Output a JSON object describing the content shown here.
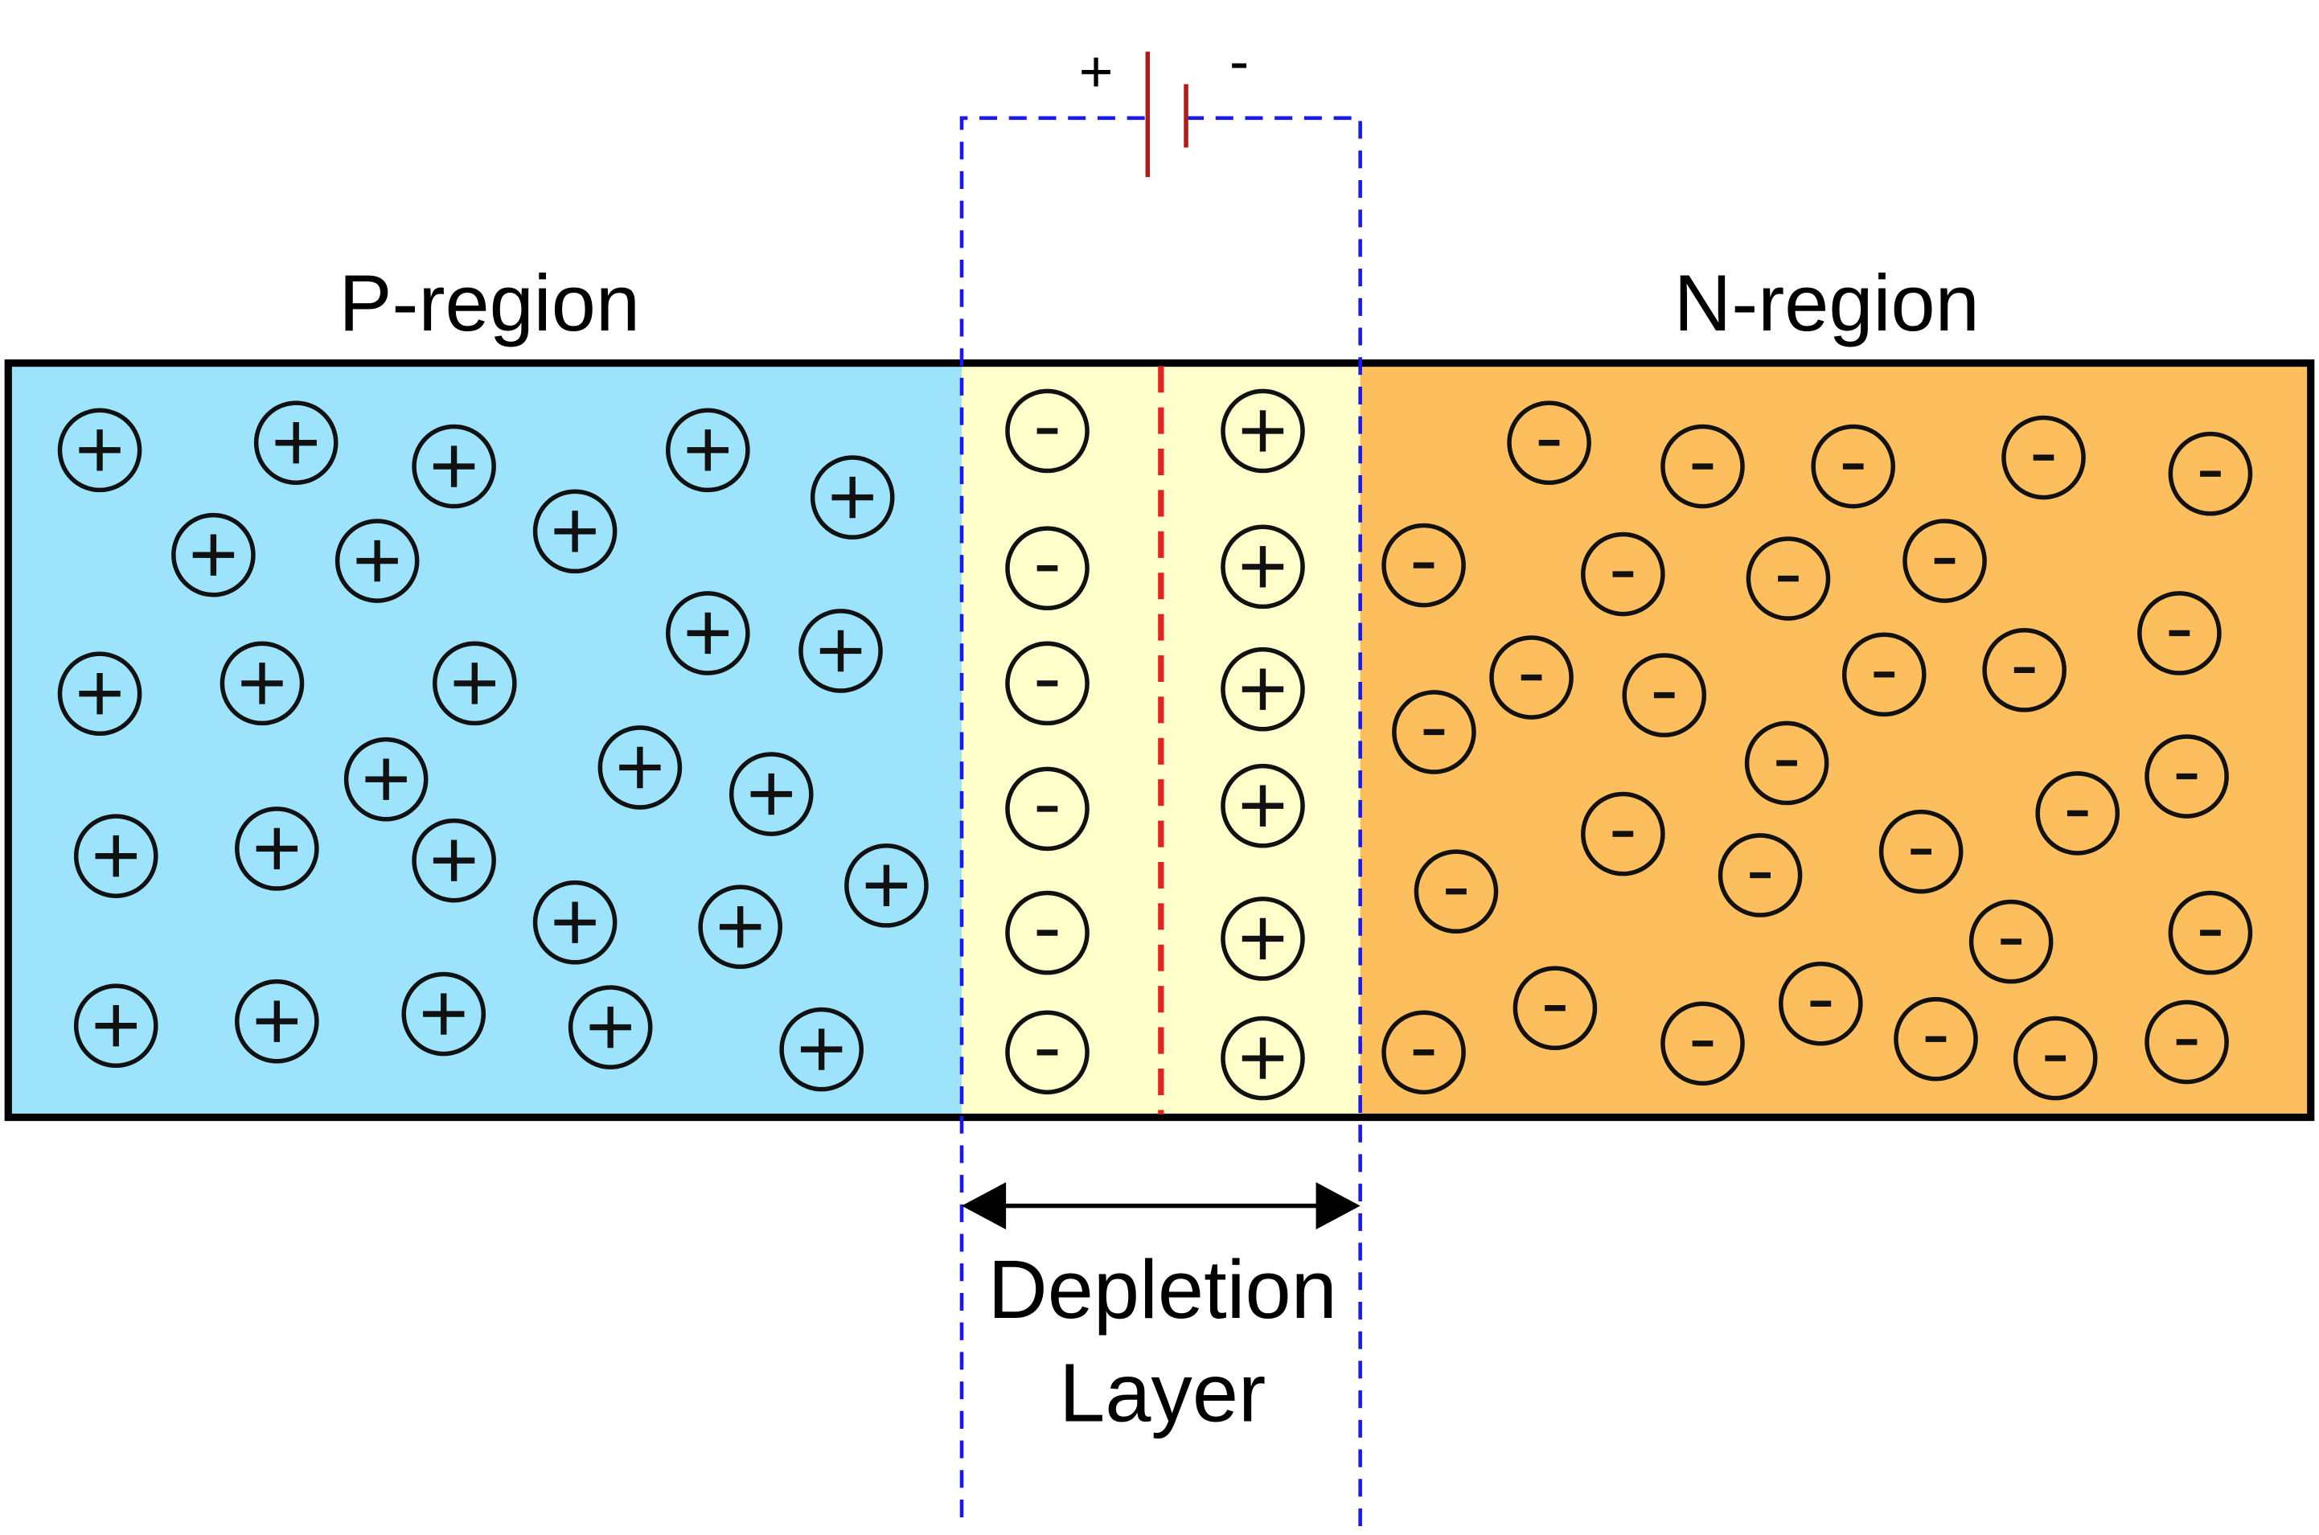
{
  "labels": {
    "p_region": "P-region",
    "n_region": "N-region",
    "depletion_line1": "Depletion",
    "depletion_line2": "Layer",
    "battery_plus": "+",
    "battery_minus": "-"
  },
  "charges": {
    "positive_symbol": "+",
    "negative_symbol": "-"
  },
  "colors": {
    "p_region_fill": "#9de3fb",
    "depletion_fill": "#ffffcc",
    "n_region_fill": "#fdbe5e",
    "wire_dash": "#1a1aee",
    "junction_dash": "#e52222",
    "battery": "#b01c1c"
  }
}
